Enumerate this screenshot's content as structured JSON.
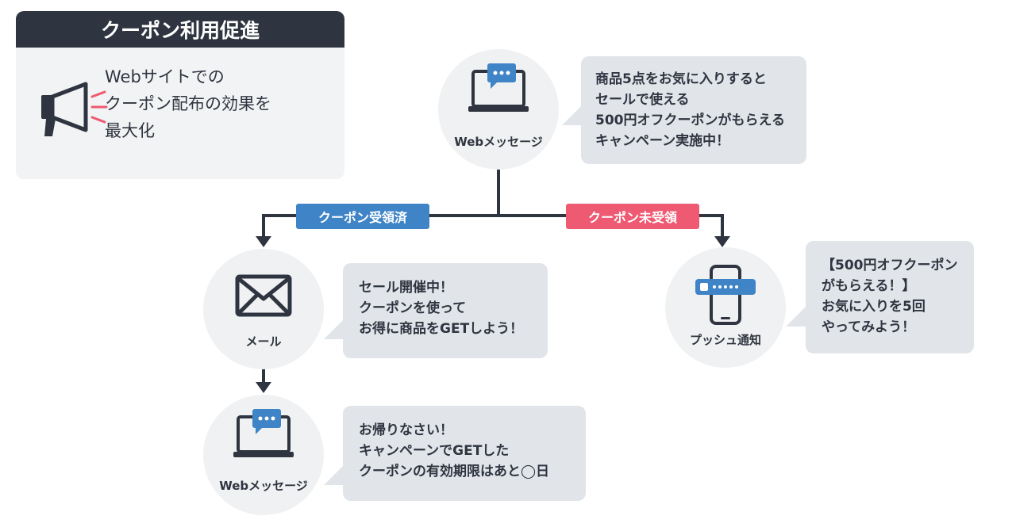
{
  "title_card": {
    "title": "クーポン利用促進",
    "text": "Webサイトでの\nクーポン配布の効果を\n最大化"
  },
  "nodes": {
    "top": {
      "label": "Webメッセージ",
      "icon": "laptop-message-icon"
    },
    "mail": {
      "label": "メール",
      "icon": "envelope-icon"
    },
    "web2": {
      "label": "Webメッセージ",
      "icon": "laptop-message-icon"
    },
    "push": {
      "label": "プッシュ通知",
      "icon": "smartphone-notification-icon"
    }
  },
  "bubbles": {
    "top": "商品5点をお気に入りすると\nセールで使える\n500円オフクーポンがもらえる\nキャンペーン実施中！",
    "mail": "セール開催中！\nクーポンを使って\nお得に商品をGETしよう！",
    "web2": "お帰りなさい！\nキャンペーンでGETした\nクーポンの有効期限はあと◯日",
    "push": "【500円オフクーポン\nがもらえる！】\nお気に入りを5回\nやってみよう！"
  },
  "branches": {
    "received": "クーポン受領済",
    "not_received": "クーポン未受領"
  },
  "colors": {
    "dark": "#2f3540",
    "blue": "#3f84c6",
    "pink": "#ee5a72",
    "bubble": "#e1e5ea",
    "circle": "#f0f1f2",
    "card": "#f2f3f4"
  }
}
